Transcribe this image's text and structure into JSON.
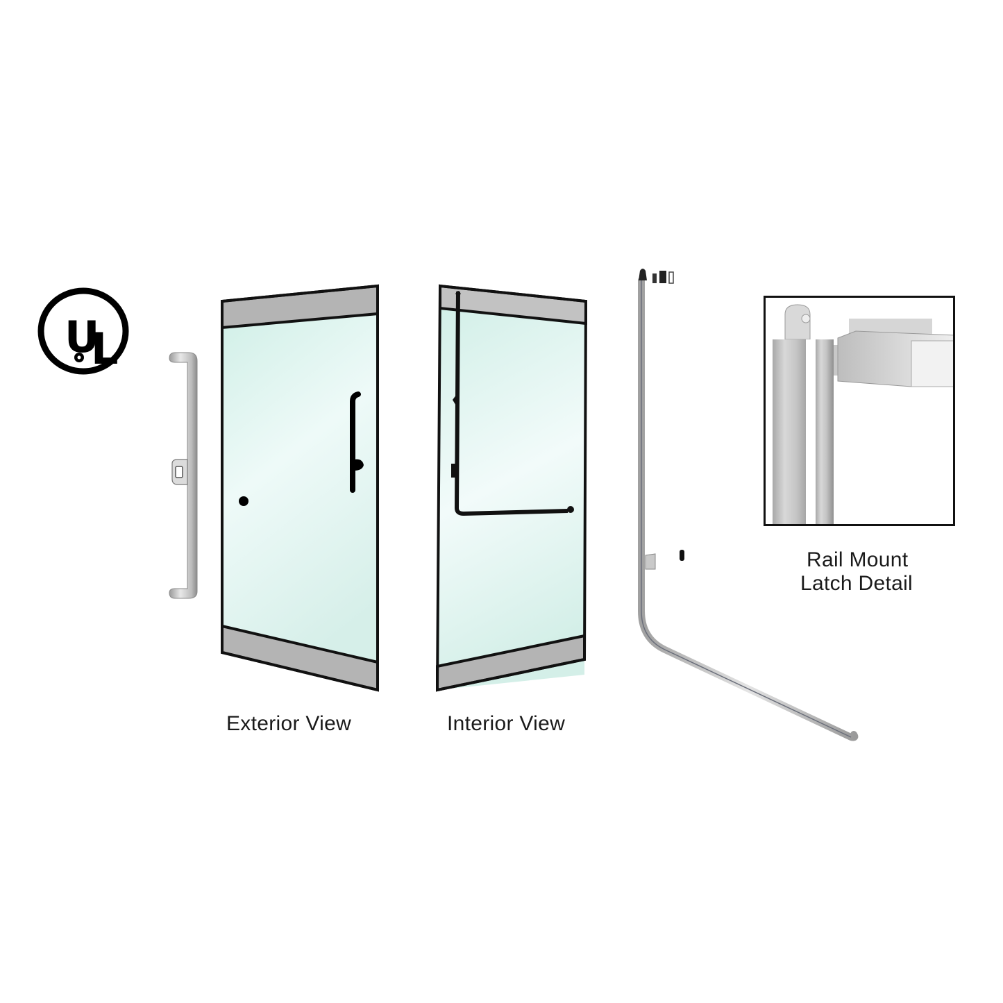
{
  "logo": {
    "text_u": "U",
    "text_l": "L",
    "icon": "ul-certification-logo"
  },
  "views": [
    {
      "id": "exterior",
      "label": "Exterior View"
    },
    {
      "id": "interior",
      "label": "Interior View"
    }
  ],
  "detail": {
    "line1": "Rail Mount",
    "line2": "Latch Detail"
  },
  "colors": {
    "glass": "#dff3ee",
    "glass_light": "#f4fbfa",
    "rail": "#b4b4b4",
    "outline": "#111111",
    "metal": "#c8c8c8",
    "metal_dark": "#8e8e8e",
    "text": "#1a1a1a"
  }
}
